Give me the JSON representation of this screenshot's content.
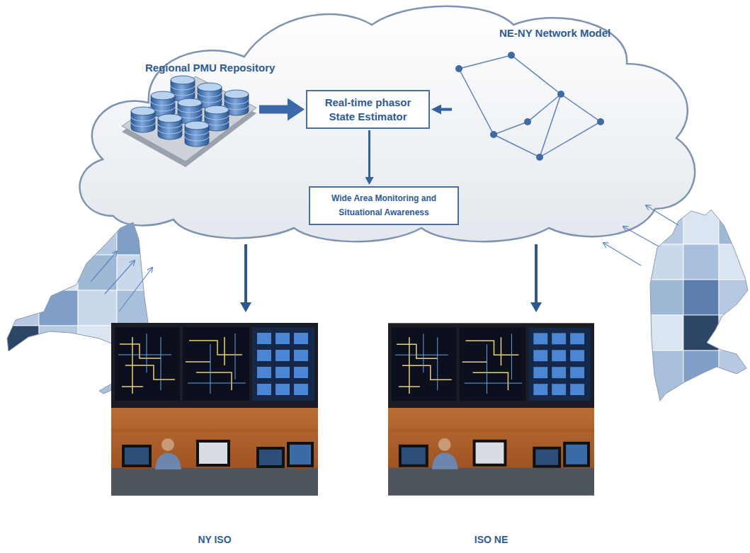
{
  "diagram": {
    "nodes": [
      {
        "text": [
          "Regional PMU Repository"
        ]
      },
      {
        "text": [
          "NE-NY Network Model"
        ]
      },
      {
        "text": [
          "Real-time phasor State Estimator"
        ]
      },
      {
        "text": [
          "Wide Area Monitoring and Situational Awareness"
        ]
      },
      {
        "text": [
          "NY ISO"
        ]
      },
      {
        "text": [
          "ISO NE"
        ]
      }
    ],
    "edges": [
      {
        "from": 0,
        "to": 2,
        "arrow": "to"
      },
      {
        "from": 1,
        "to": 2,
        "arrow": "to"
      },
      {
        "from": 2,
        "to": 3,
        "arrow": "to"
      }
    ]
  }
}
